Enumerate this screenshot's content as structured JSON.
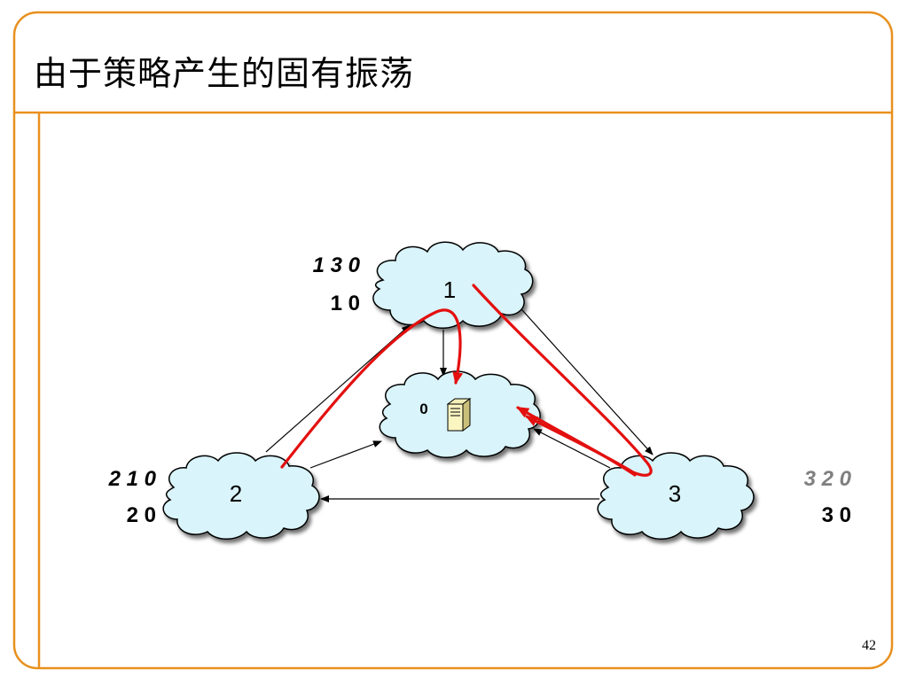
{
  "slide": {
    "title": "由于策略产生的固有振荡",
    "page_number": "42",
    "accent_color": "#E8901E"
  },
  "nodes": [
    {
      "id": "1",
      "label": "1",
      "paths_preferred": "1 3 0",
      "path_direct": "1 0",
      "pref_color": "#000000"
    },
    {
      "id": "2",
      "label": "2",
      "paths_preferred": "2 1 0",
      "path_direct": "2 0",
      "pref_color": "#000000"
    },
    {
      "id": "3",
      "label": "3",
      "paths_preferred": "3 2 0",
      "path_direct": "3 0",
      "pref_color": "#808080"
    },
    {
      "id": "0",
      "label": "0",
      "icon": "server-icon"
    }
  ],
  "colors": {
    "cloud_fill": "#D9F4FA",
    "route_arrow": "#E3100F",
    "link_arrow": "#000000"
  }
}
